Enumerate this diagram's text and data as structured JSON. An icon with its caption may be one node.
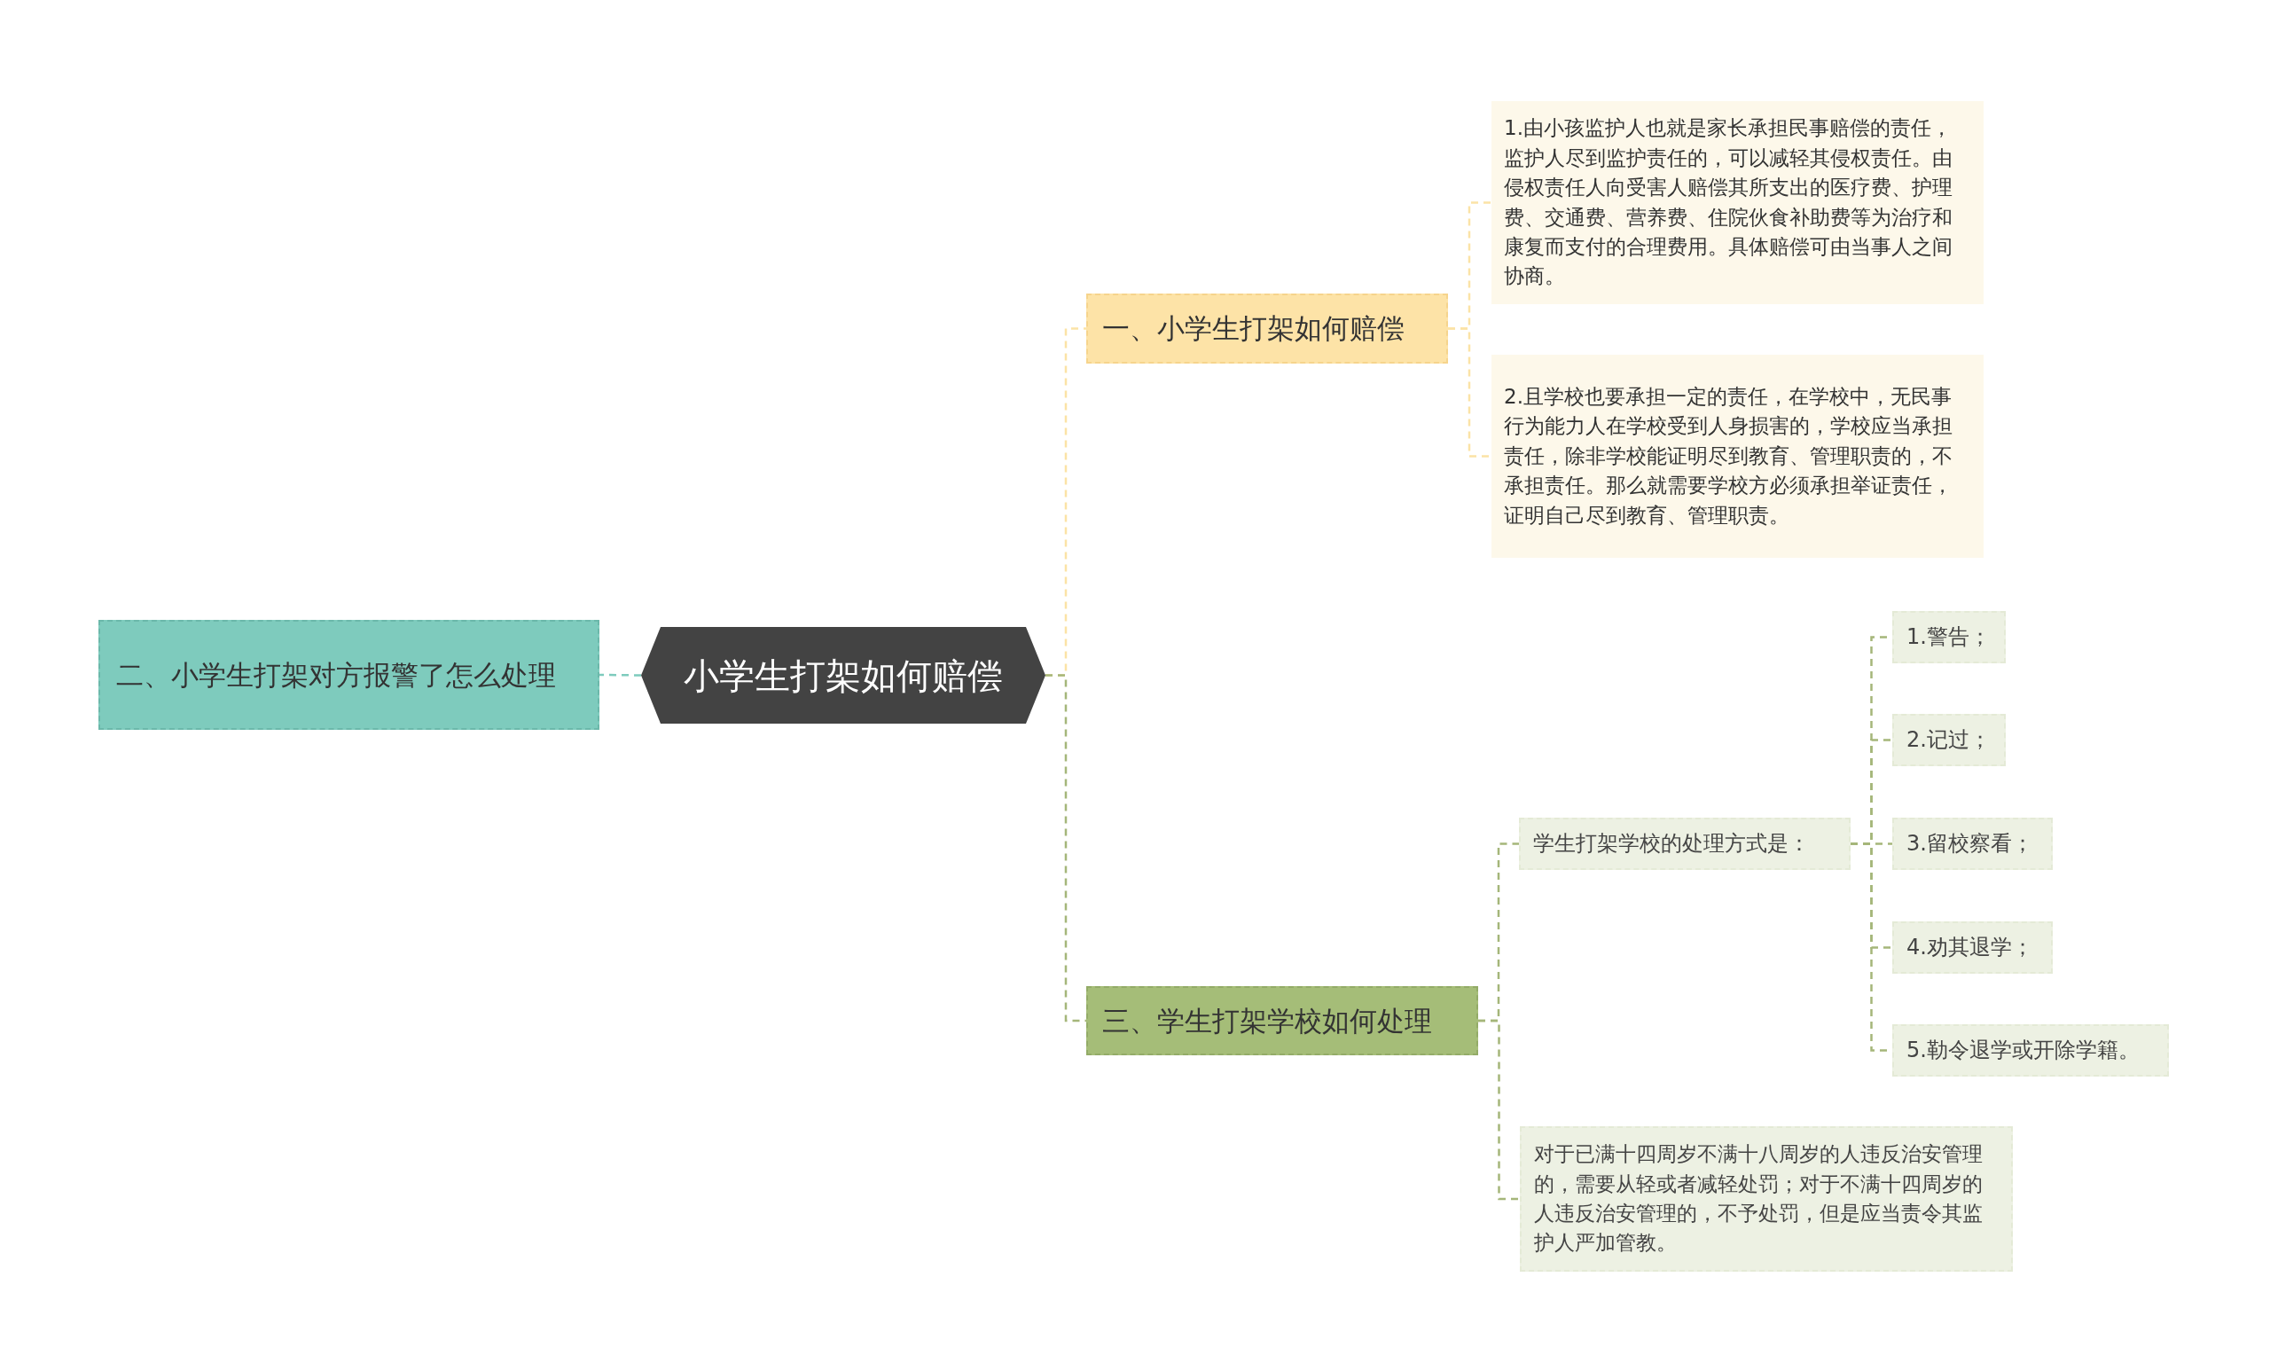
{
  "diagram": {
    "nodes": [
      {
        "text": [
          "小学生打架如何赔偿"
        ]
      },
      {
        "text": [
          "二、小学生打架对方报警了怎么处理"
        ]
      },
      {
        "text": [
          "一、小学生打架如何赔偿"
        ]
      },
      {
        "text": [
          "1.由小孩监护人也就是家长承担民事赔偿的责任，监护人尽到监护责任的，可以减轻其侵权责任。由侵权责任人向受害人赔偿其所支出的医疗费、护理费、交通费、营养费、住院伙食补助费等为治疗和康复而支付的合理费用。具体赔偿可由当事人之间协商。"
        ]
      },
      {
        "text": [
          "2.且学校也要承担一定的责任，在学校中，无民事行为能力人在学校受到人身损害的，学校应当承担责任，除非学校能证明尽到教育、管理职责的，不承担责任。那么就需要学校方必须承担举证责任，证明自己尽到教育、管理职责。"
        ]
      },
      {
        "text": [
          "三、学生打架学校如何处理"
        ]
      },
      {
        "text": [
          "学生打架学校的处理方式是："
        ]
      },
      {
        "text": [
          "1.警告；"
        ]
      },
      {
        "text": [
          "2.记过；"
        ]
      },
      {
        "text": [
          "3.留校察看；"
        ]
      },
      {
        "text": [
          "4.劝其退学；"
        ]
      },
      {
        "text": [
          "5.勒令退学或开除学籍。"
        ]
      },
      {
        "text": [
          "对于已满十四周岁不满十八周岁的人违反治安管理的，需要从轻或者减轻处罚；对于不满十四周岁的人违反治安管理的，不予处罚，但是应当责令其监护人严加管教。"
        ]
      }
    ],
    "edges": [
      {
        "from": 0,
        "to": 1,
        "arrow": "none",
        "style": "dashed",
        "color": "#7ecbbd"
      },
      {
        "from": 0,
        "to": 2,
        "arrow": "none",
        "style": "dashed",
        "color": "#fbe3a6"
      },
      {
        "from": 0,
        "to": 5,
        "arrow": "none",
        "style": "dashed"
      },
      {
        "from": 2,
        "to": 3,
        "arrow": "none",
        "style": "dashed",
        "color": "#fbe3a6"
      },
      {
        "from": 2,
        "to": 4,
        "arrow": "none",
        "style": "dashed",
        "color": "#fbe3a6"
      },
      {
        "from": 5,
        "to": 6,
        "arrow": "none",
        "style": "dashed"
      },
      {
        "from": 5,
        "to": 12,
        "arrow": "none",
        "style": "dashed"
      },
      {
        "from": 6,
        "to": 7,
        "arrow": "none",
        "style": "dashed"
      },
      {
        "from": 6,
        "to": 8,
        "arrow": "none",
        "style": "dashed"
      },
      {
        "from": 6,
        "to": 9,
        "arrow": "none",
        "style": "dashed"
      },
      {
        "from": 6,
        "to": 10,
        "arrow": "none",
        "style": "dashed"
      },
      {
        "from": 6,
        "to": 11,
        "arrow": "none",
        "style": "dashed"
      }
    ]
  }
}
